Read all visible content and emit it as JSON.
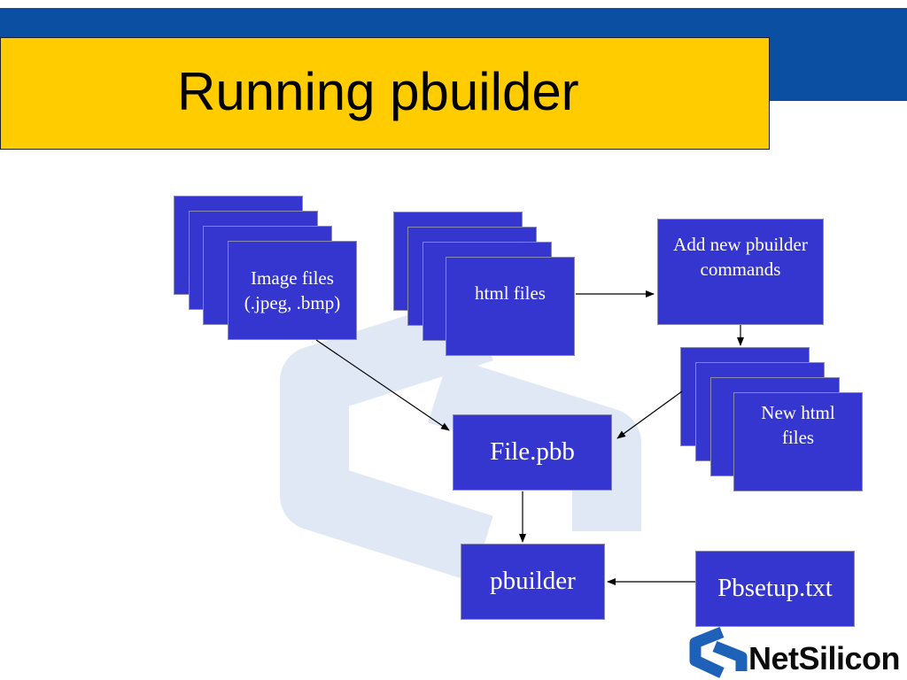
{
  "slide": {
    "title": "Running pbuilder"
  },
  "diagram": {
    "image_files": "Image files\n(.jpeg, .bmp)",
    "html_files": "html files",
    "add_commands": "Add new pbuilder\ncommands",
    "new_html_files": "New html\nfiles",
    "file_pbb": "File.pbb",
    "pbuilder": "pbuilder",
    "pbsetup": "Pbsetup.txt"
  },
  "logo": {
    "text": "NetSilicon",
    "icon": "netsilicon-logo-icon"
  },
  "colors": {
    "box_fill": "#3535cf",
    "title_band": "#ffcc00",
    "header_band": "#0b4fa3",
    "logo_blue": "#1d62b8"
  }
}
